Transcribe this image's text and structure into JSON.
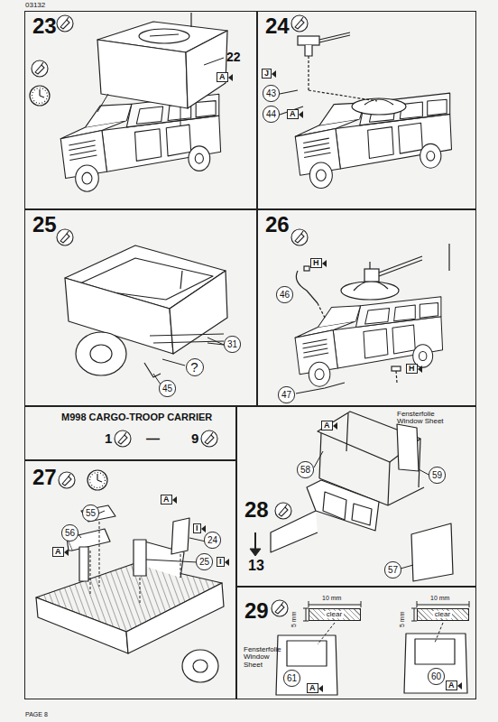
{
  "diagram": {
    "nodes": [
      {
        "text": [
          "23"
        ]
      },
      {
        "text": [
          "24"
        ]
      },
      {
        "text": [
          "43"
        ],
        "in": 1
      },
      {
        "text": [
          "44"
        ],
        "in": 1
      },
      {
        "text": [
          "25"
        ]
      },
      {
        "text": [
          "31"
        ],
        "in": 4
      },
      {
        "text": [
          "?"
        ],
        "in": 4
      },
      {
        "text": [
          "45"
        ],
        "in": 4
      },
      {
        "text": [
          "26"
        ]
      },
      {
        "text": [
          "46"
        ],
        "in": 8
      },
      {
        "text": [
          "47"
        ],
        "in": 8
      },
      {
        "text": [
          "M998 CARGO-TROOP CARRIER",
          "1",
          "—",
          "9"
        ]
      },
      {
        "text": [
          "27"
        ]
      },
      {
        "text": [
          "55"
        ],
        "in": 12
      },
      {
        "text": [
          "56"
        ],
        "in": 12
      },
      {
        "text": [
          "24"
        ],
        "in": 12
      },
      {
        "text": [
          "25"
        ],
        "in": 12
      },
      {
        "text": [
          "28",
          "13"
        ]
      },
      {
        "text": [
          "58"
        ],
        "in": 17
      },
      {
        "text": [
          "59"
        ],
        "in": 17
      },
      {
        "text": [
          "57"
        ],
        "in": 17
      },
      {
        "text": [
          "29"
        ]
      },
      {
        "text": [
          "clear"
        ],
        "in": 21
      },
      {
        "text": [
          "clear"
        ],
        "in": 21
      },
      {
        "text": [
          "61"
        ],
        "in": 21
      },
      {
        "text": [
          "60"
        ],
        "in": 21
      }
    ],
    "labels": [
      "03132",
      "22",
      "A",
      "J",
      "A",
      "H",
      "H",
      "A",
      "I",
      "A",
      "I",
      "Fensterfolie Window Sheet",
      "A",
      "Fensterfolie Window Sheet",
      "10 mm",
      "5 mm",
      "10 mm",
      "5 mm",
      "A",
      "A",
      "PAGE 8"
    ]
  }
}
